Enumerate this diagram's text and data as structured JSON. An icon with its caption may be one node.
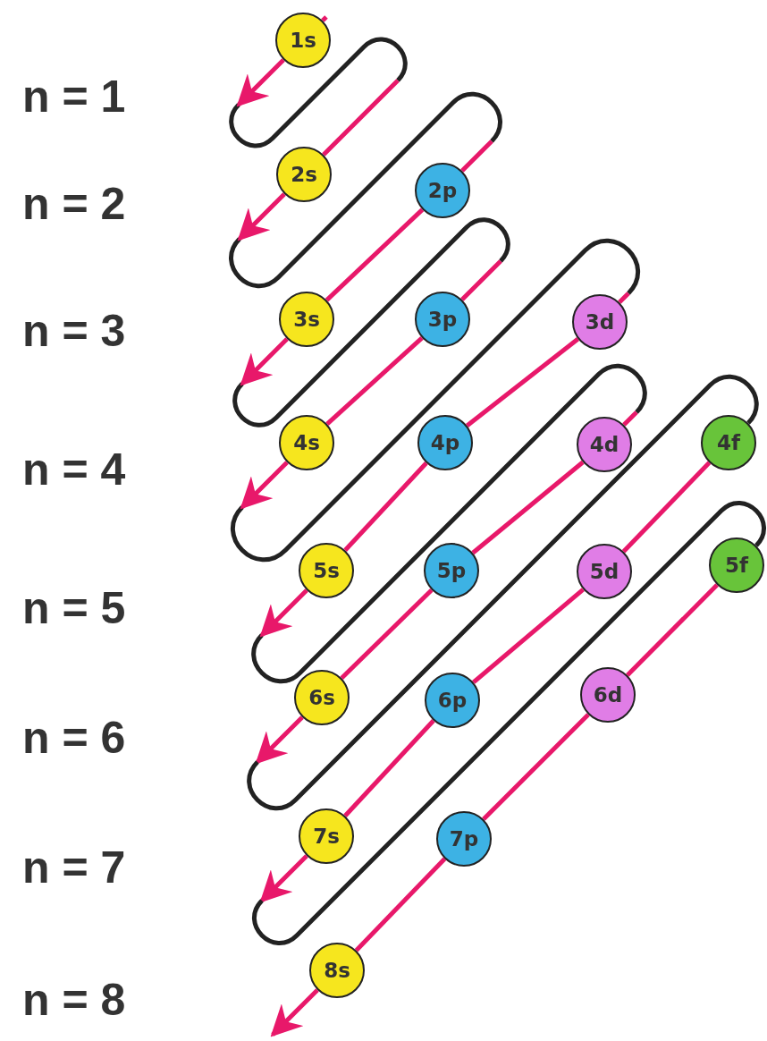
{
  "diagram": {
    "nodes": [
      {
        "text": [
          "1s"
        ]
      },
      {
        "text": [
          "2s"
        ]
      },
      {
        "text": [
          "2p"
        ]
      },
      {
        "text": [
          "3s"
        ]
      },
      {
        "text": [
          "3p"
        ]
      },
      {
        "text": [
          "3d"
        ]
      },
      {
        "text": [
          "4s"
        ]
      },
      {
        "text": [
          "4p"
        ]
      },
      {
        "text": [
          "4d"
        ]
      },
      {
        "text": [
          "4f"
        ]
      },
      {
        "text": [
          "5s"
        ]
      },
      {
        "text": [
          "5p"
        ]
      },
      {
        "text": [
          "5d"
        ]
      },
      {
        "text": [
          "5f"
        ]
      },
      {
        "text": [
          "6s"
        ]
      },
      {
        "text": [
          "6p"
        ]
      },
      {
        "text": [
          "6d"
        ]
      },
      {
        "text": [
          "7s"
        ]
      },
      {
        "text": [
          "7p"
        ]
      },
      {
        "text": [
          "8s"
        ]
      }
    ],
    "edges": [
      {
        "from": null,
        "to": 0,
        "arrow": "none"
      },
      {
        "from": 0,
        "to": null,
        "arrow": "to"
      },
      {
        "from": null,
        "to": 1,
        "arrow": "none"
      },
      {
        "from": 1,
        "to": null,
        "arrow": "to"
      },
      {
        "from": null,
        "to": 2,
        "arrow": "none"
      },
      {
        "from": 2,
        "to": 3,
        "arrow": "none"
      },
      {
        "from": 3,
        "to": null,
        "arrow": "to"
      },
      {
        "from": null,
        "to": 4,
        "arrow": "none"
      },
      {
        "from": 4,
        "to": 6,
        "arrow": "none"
      },
      {
        "from": 6,
        "to": null,
        "arrow": "to"
      },
      {
        "from": null,
        "to": 5,
        "arrow": "none"
      },
      {
        "from": 5,
        "to": 7,
        "arrow": "none"
      },
      {
        "from": 7,
        "to": 10,
        "arrow": "none"
      },
      {
        "from": 10,
        "to": null,
        "arrow": "to"
      },
      {
        "from": null,
        "to": 8,
        "arrow": "none"
      },
      {
        "from": 8,
        "to": 11,
        "arrow": "none"
      },
      {
        "from": 11,
        "to": 14,
        "arrow": "none"
      },
      {
        "from": 14,
        "to": null,
        "arrow": "to"
      },
      {
        "from": null,
        "to": 9,
        "arrow": "none",
        "color": "#222222"
      },
      {
        "from": 9,
        "to": 12,
        "arrow": "none"
      },
      {
        "from": 12,
        "to": 15,
        "arrow": "none"
      },
      {
        "from": 15,
        "to": 17,
        "arrow": "none"
      },
      {
        "from": 17,
        "to": null,
        "arrow": "to"
      },
      {
        "from": null,
        "to": 13,
        "arrow": "none",
        "color": "#222222"
      },
      {
        "from": 13,
        "to": 16,
        "arrow": "none"
      },
      {
        "from": 16,
        "to": 18,
        "arrow": "none"
      },
      {
        "from": 18,
        "to": 19,
        "arrow": "none"
      },
      {
        "from": 19,
        "to": null,
        "arrow": "to"
      }
    ],
    "labels": [
      "n = 1",
      "n = 2",
      "n = 3",
      "n = 4",
      "n = 5",
      "n = 6",
      "n = 7",
      "n = 8"
    ]
  }
}
